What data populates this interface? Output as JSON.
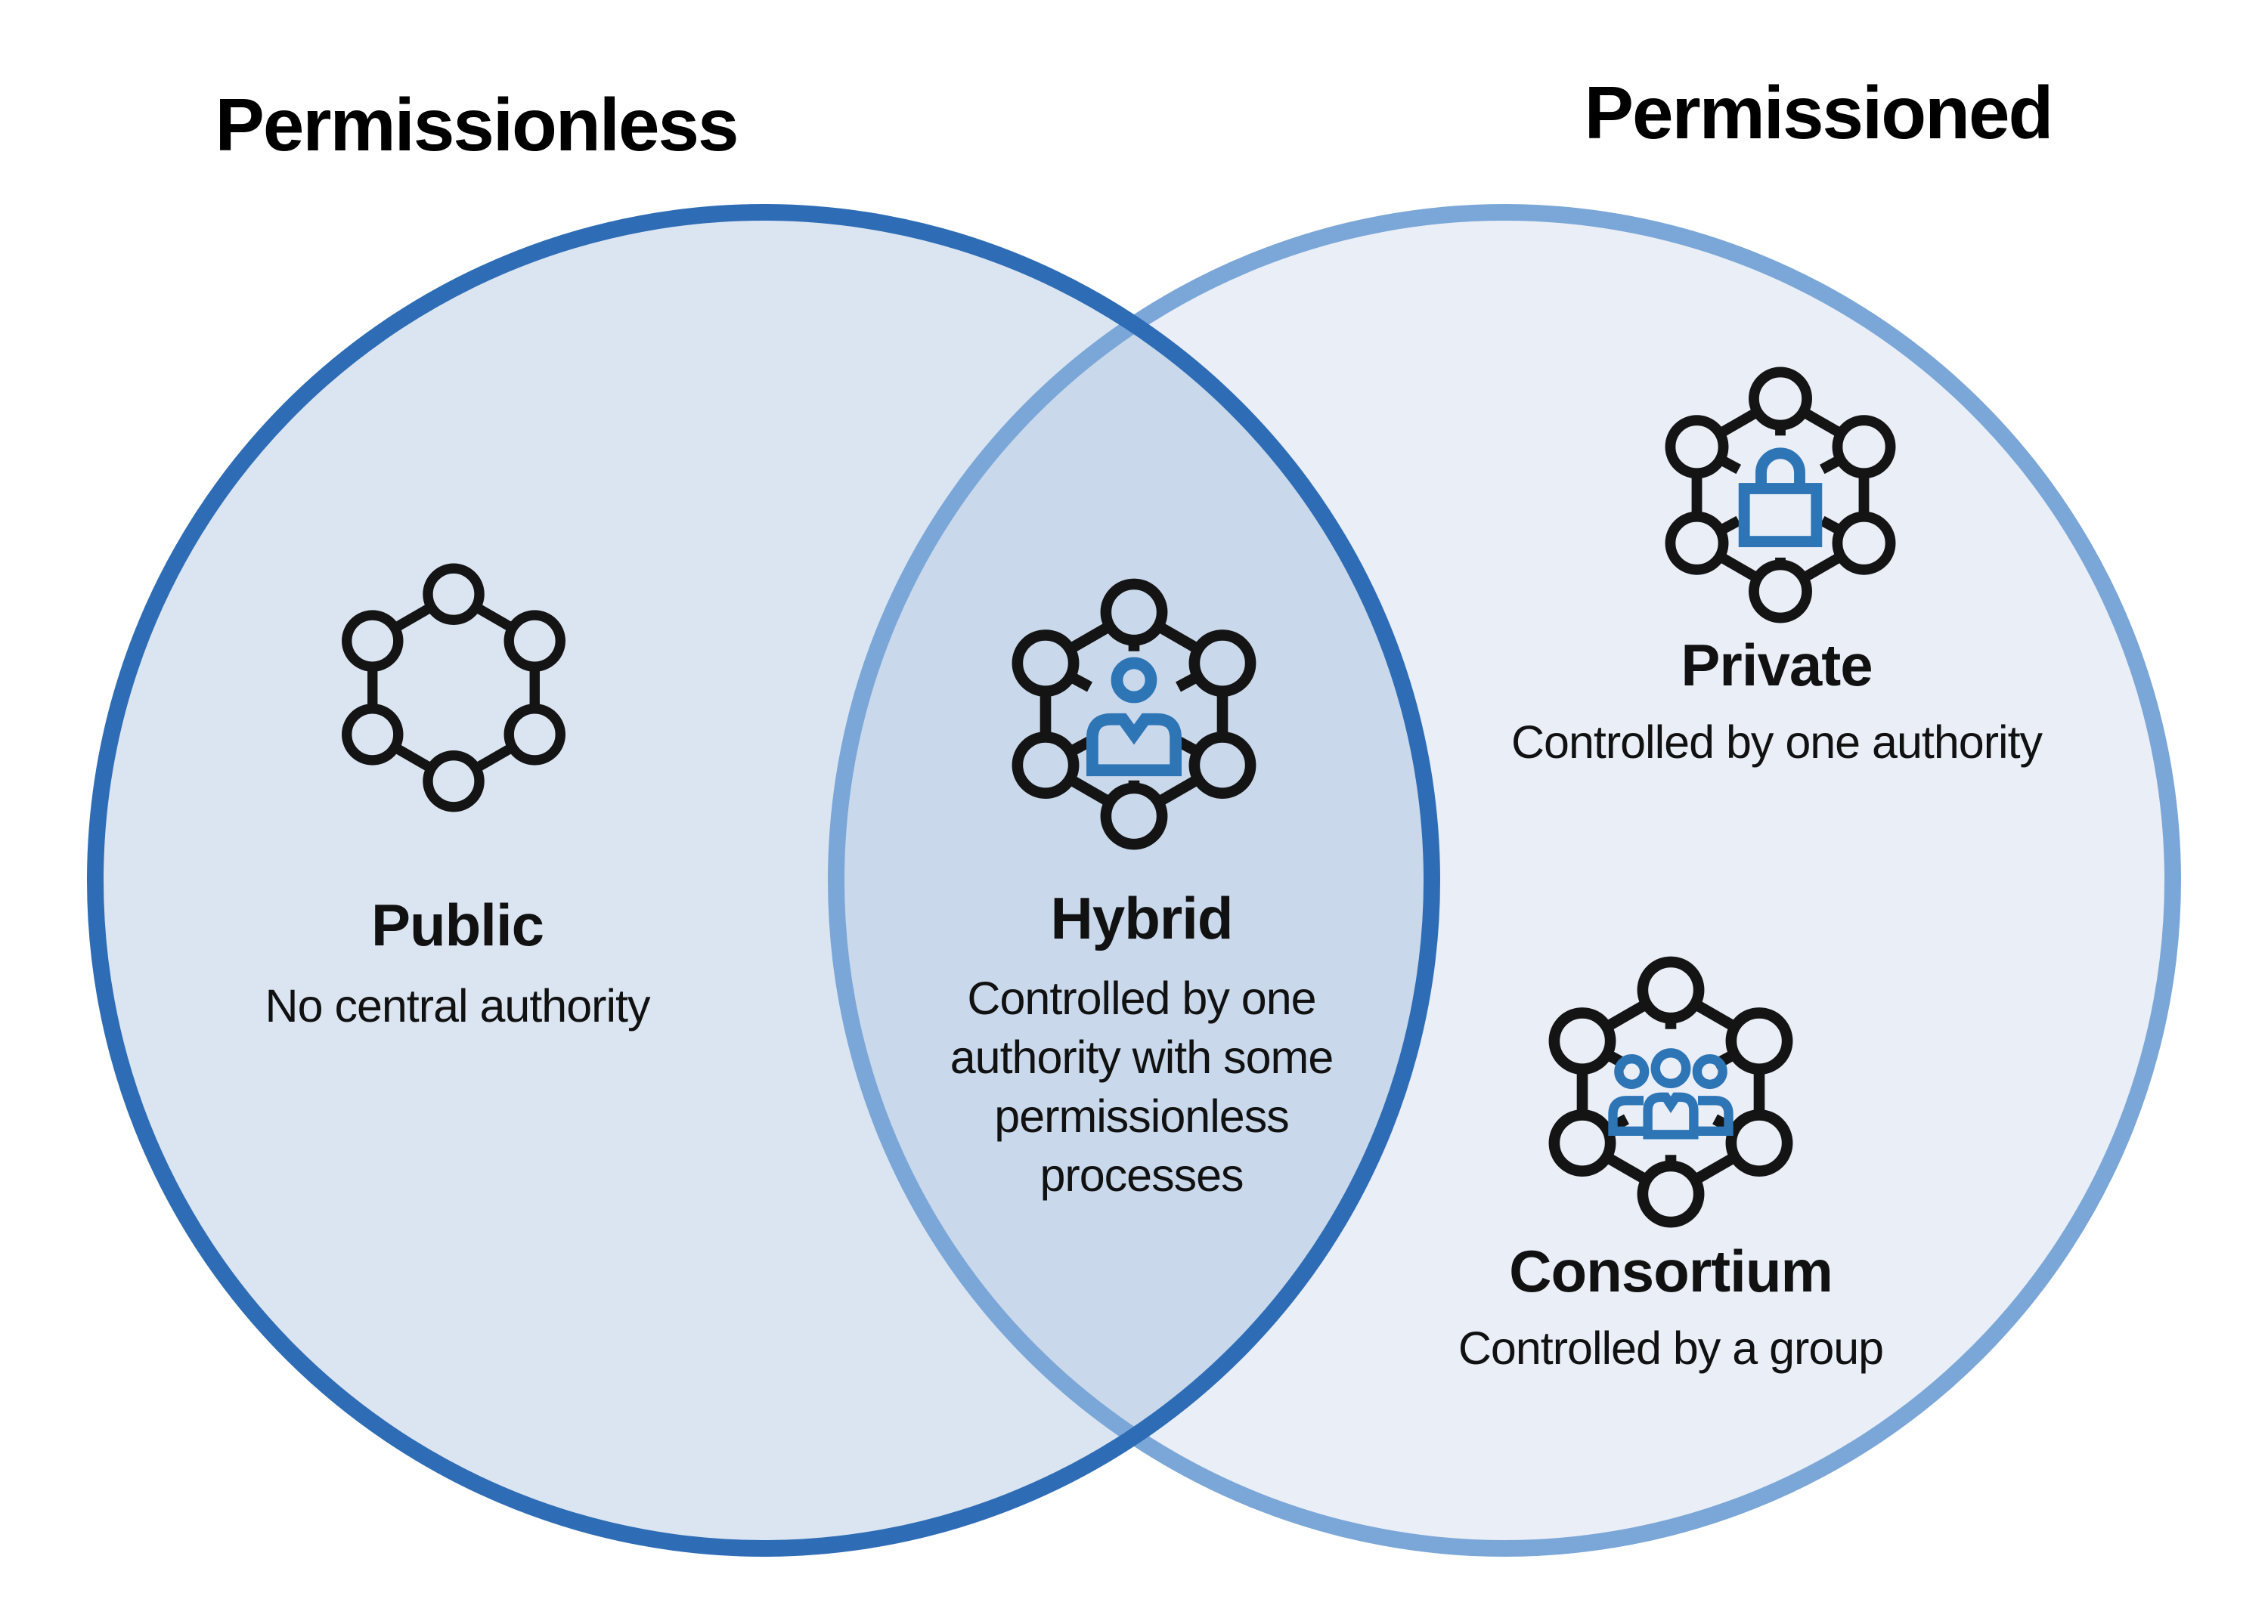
{
  "venn": {
    "left": {
      "title": "Permissionless",
      "fill": "#dbe5f1",
      "stroke": "#2e6db6"
    },
    "right": {
      "title": "Permissioned",
      "fill": "#e9eef7",
      "stroke": "#7ba7d8"
    },
    "overlap_fill": "#c9d8eb",
    "accent": "#2e75b6",
    "ink": "#141414"
  },
  "sections": {
    "public": {
      "label": "Public",
      "description": "No central authority",
      "icon": "network-icon"
    },
    "hybrid": {
      "label": "Hybrid",
      "description": "Controlled by one authority with some permissionless processes",
      "description_lines": [
        "Controlled by one",
        "authority with some",
        "permissionless",
        "processes"
      ],
      "icon": "network-person-icon"
    },
    "private": {
      "label": "Private",
      "description": "Controlled by one authority",
      "icon": "network-lock-icon"
    },
    "consortium": {
      "label": "Consortium",
      "description": "Controlled by a group",
      "icon": "network-group-icon"
    }
  }
}
